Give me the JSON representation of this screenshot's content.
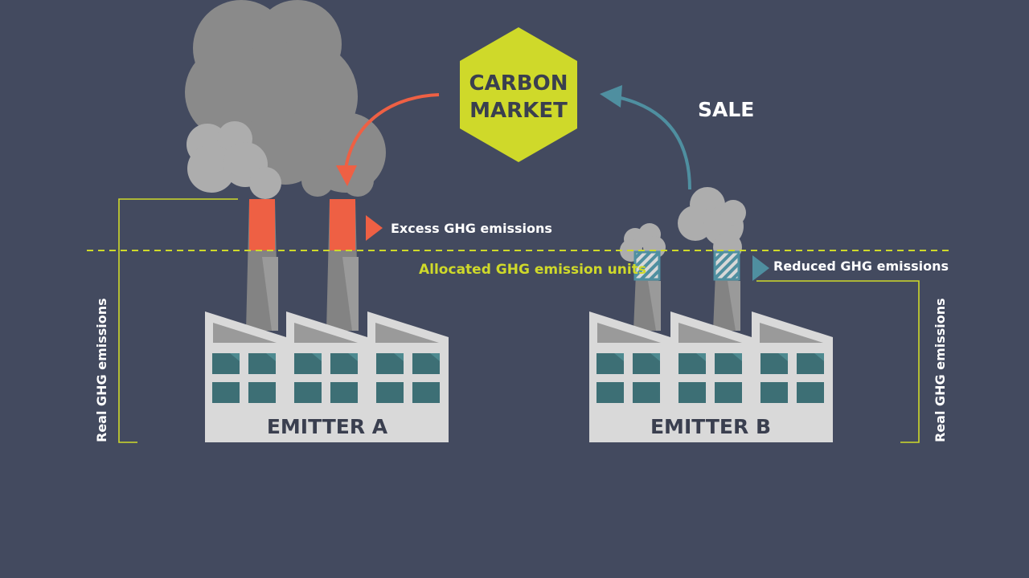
{
  "market": {
    "line1": "CARBON",
    "line2": "MARKET"
  },
  "sale_label": "SALE",
  "emitter_a": {
    "label": "EMITTER A"
  },
  "emitter_b": {
    "label": "EMITTER B"
  },
  "excess_label": "Excess GHG emissions",
  "reduced_label": "Reduced GHG emissions",
  "allocated_label": "Allocated GHG emission units",
  "real_label_left": "Real GHG emissions",
  "real_label_right": "Real GHG emissions",
  "colors": {
    "background": "#434a5f",
    "hexagon": "#cfd92a",
    "hexagon_text": "#3a3f4f",
    "dashed_line": "#cfd92a",
    "excess_red": "#ee6044",
    "reduced_teal": "#4f8fa0",
    "smoke_dark": "#8a8a8a",
    "smoke_light": "#adadad",
    "factory_body": "#d9d9d9",
    "window": "#3d6f75",
    "bracket": "#cfd92a"
  },
  "icons": {
    "emitter_a": "factory-icon",
    "emitter_b": "factory-icon",
    "market": "hexagon-icon"
  }
}
